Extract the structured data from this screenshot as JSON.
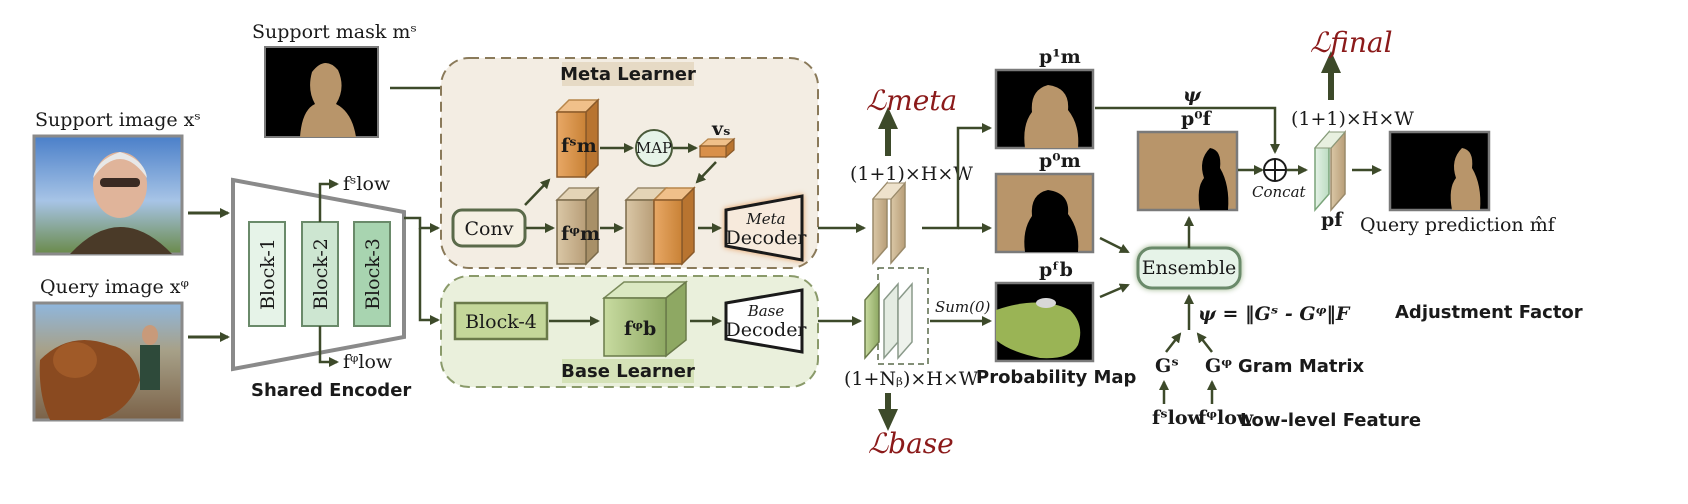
{
  "inputs": {
    "support_image": "Support image xˢ",
    "query_image": "Query image xᵠ",
    "support_mask": "Support mask mˢ"
  },
  "encoder": {
    "title": "Shared Encoder",
    "blocks": [
      "Block-1",
      "Block-2",
      "Block-3"
    ],
    "f_low_s": "fˢlow",
    "f_low_q": "fᵠlow"
  },
  "meta": {
    "title": "Meta Learner",
    "conv": "Conv",
    "map": "MAP",
    "fm_s": "fˢm",
    "fm_q": "fᵠm",
    "vs": "vₛ",
    "decoder_top": "Meta",
    "decoder_bottom": "Decoder"
  },
  "base": {
    "title": "Base Learner",
    "block4": "Block-4",
    "fb_q": "fᵠb",
    "decoder_top": "Base",
    "decoder_bottom": "Decoder"
  },
  "losses": {
    "meta": "ℒmeta",
    "base": "ℒbase",
    "final": "ℒfinal"
  },
  "shapes": {
    "meta_out": "(1+1)×H×W",
    "base_out": "(1+Nᵦ)×H×W",
    "final_out": "(1+1)×H×W"
  },
  "maps": {
    "pm1": "p¹m",
    "pm0": "p⁰m",
    "pbf": "pᶠb",
    "pf0": "p⁰f",
    "pf": "pf",
    "prob_map": "Probability Map",
    "sum": "Sum(0)"
  },
  "fusion": {
    "psi": "ψ",
    "concat": "Concat",
    "ensemble": "Ensemble",
    "adjust_eq": "ψ = ‖Gˢ - Gᵠ‖F",
    "adjust_label": "Adjustment Factor",
    "gs": "Gˢ",
    "gq": "Gᵠ",
    "gram_label": "Gram Matrix",
    "fs_low": "fˢlow",
    "fq_low": "fᵠlow",
    "low_label": "Low-level Feature"
  },
  "output": {
    "query_prediction": "Query prediction m̂f"
  },
  "colors": {
    "meta_panel": "#f3ede3",
    "base_panel": "#eaf0dc",
    "arrow": "#3d4a2a",
    "loss": "#8b1a1a",
    "orange": "#d9904a",
    "tan": "#c9ad86",
    "green": "#a9c07a"
  }
}
